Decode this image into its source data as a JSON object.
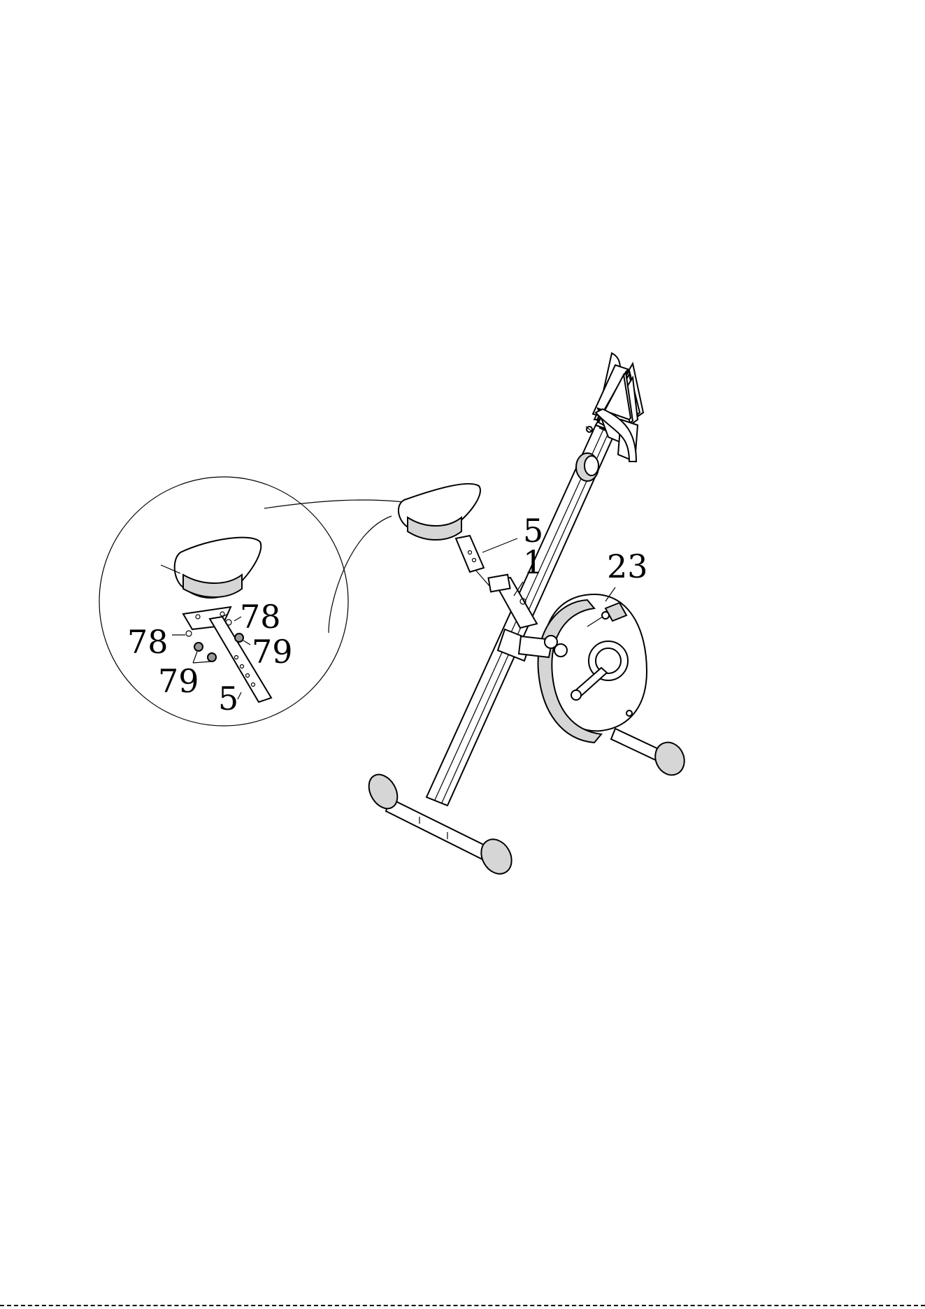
{
  "labels": {
    "main_post_5": "5",
    "main_frame_1": "1",
    "main_knob_23": "23",
    "detail_78_right": "78",
    "detail_78_left": "78",
    "detail_79_right": "79",
    "detail_79_left": "79",
    "detail_post_5": "5"
  },
  "colors": {
    "line": "#000000",
    "background": "#ffffff",
    "shade": "#d6d6d6"
  }
}
